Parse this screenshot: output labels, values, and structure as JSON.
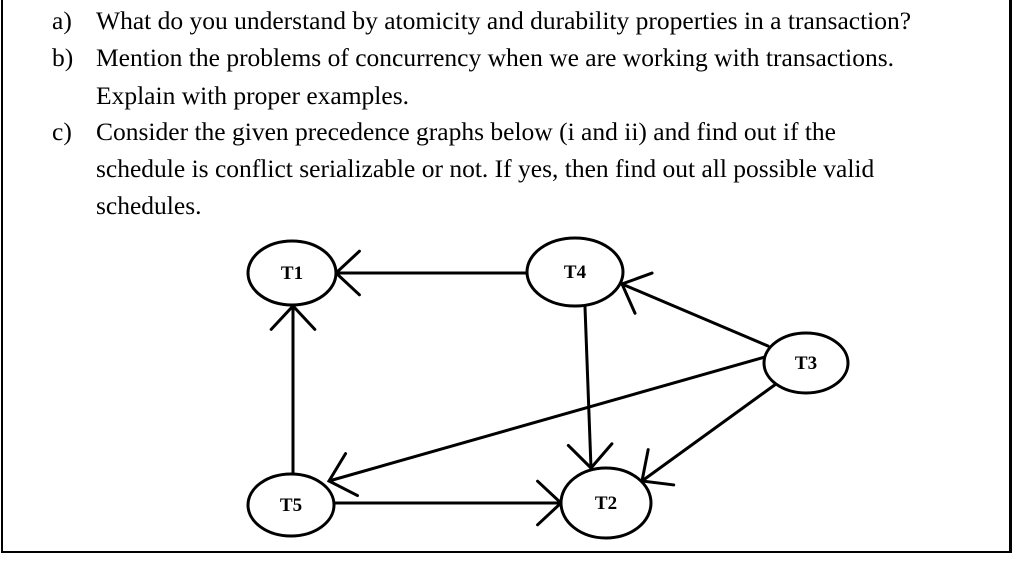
{
  "questions": [
    {
      "label": "a)",
      "lines": [
        "What do you understand by atomicity and durability properties in a transaction?"
      ]
    },
    {
      "label": "b)",
      "lines": [
        "Mention the problems of concurrency when we are working with transactions.",
        "Explain with proper examples."
      ]
    },
    {
      "label": "c)",
      "lines": [
        "Consider the given precedence graphs below (i and ii) and find out if the",
        "schedule is conflict serializable or not. If yes, then find out all possible valid",
        "schedules."
      ]
    }
  ],
  "graph": {
    "nodes": [
      {
        "id": "T1",
        "label": "T1"
      },
      {
        "id": "T4",
        "label": "T4"
      },
      {
        "id": "T3",
        "label": "T3"
      },
      {
        "id": "T5",
        "label": "T5"
      },
      {
        "id": "T2",
        "label": "T2"
      }
    ],
    "edges": [
      {
        "from": "T4",
        "to": "T1"
      },
      {
        "from": "T5",
        "to": "T1"
      },
      {
        "from": "T3",
        "to": "T4"
      },
      {
        "from": "T4",
        "to": "T2"
      },
      {
        "from": "T3",
        "to": "T5"
      },
      {
        "from": "T3",
        "to": "T2"
      },
      {
        "from": "T5",
        "to": "T2"
      }
    ]
  }
}
